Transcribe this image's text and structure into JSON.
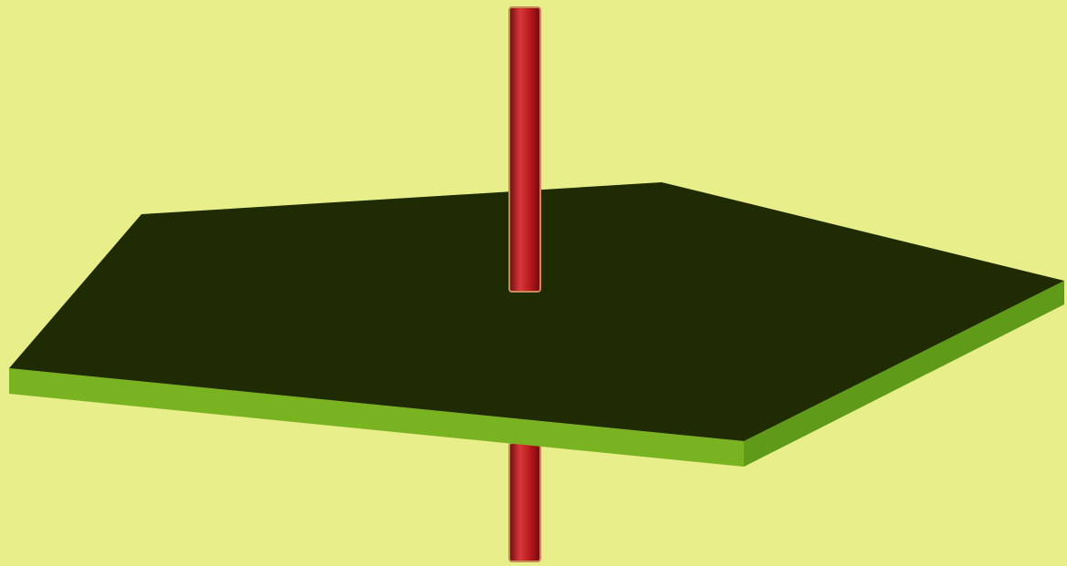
{
  "diagram": {
    "description_colors": {
      "background": "#e8ee8a",
      "plane_top": "#1f2b02",
      "plane_edge_front": "#7ab321",
      "plane_edge_side": "#5f9a18",
      "rod_main": "#b3161a",
      "rod_highlight": "#d8383a",
      "rod_shadow": "#6e0b0e",
      "rod_outline": "#c98a5a"
    },
    "elements": [
      {
        "id": "plane",
        "kind": "pentagon-slab"
      },
      {
        "id": "rod",
        "kind": "cylinder-through-plane"
      }
    ]
  }
}
